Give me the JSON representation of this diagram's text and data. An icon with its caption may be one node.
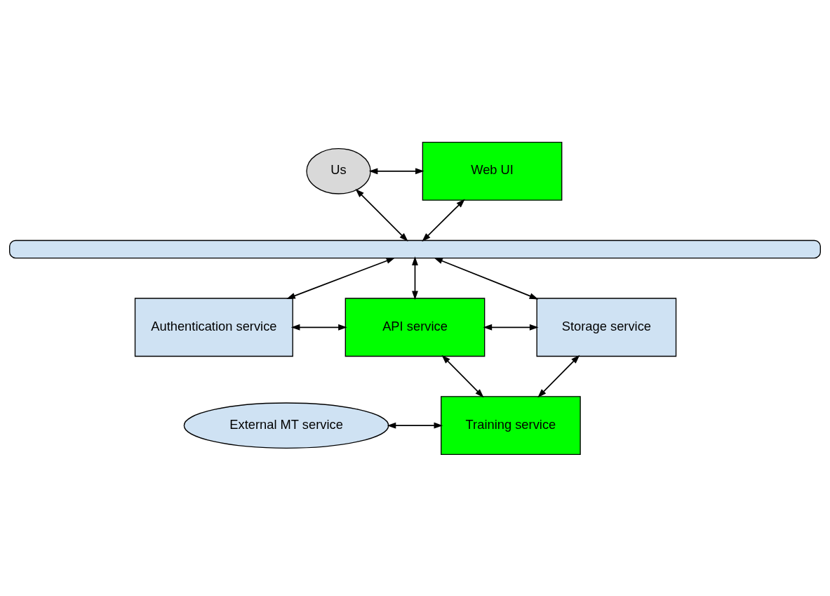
{
  "diagram": {
    "nodes": [
      {
        "text": [
          "Us"
        ]
      },
      {
        "text": [
          "Web UI"
        ]
      },
      {
        "text": [],
        "shape": "bar"
      },
      {
        "text": [
          "Authentication service"
        ]
      },
      {
        "text": [
          "API service"
        ]
      },
      {
        "text": [
          "Storage service"
        ]
      },
      {
        "text": [
          "External MT service"
        ]
      },
      {
        "text": [
          "Training service"
        ]
      }
    ],
    "edges": [
      {
        "from": 0,
        "to": 1,
        "arrow": "both"
      },
      {
        "from": 0,
        "to": 2,
        "arrow": "both"
      },
      {
        "from": 1,
        "to": 2,
        "arrow": "both"
      },
      {
        "from": 2,
        "to": 3,
        "arrow": "both"
      },
      {
        "from": 2,
        "to": 4,
        "arrow": "both"
      },
      {
        "from": 2,
        "to": 5,
        "arrow": "both"
      },
      {
        "from": 3,
        "to": 4,
        "arrow": "both"
      },
      {
        "from": 4,
        "to": 5,
        "arrow": "both"
      },
      {
        "from": 4,
        "to": 7,
        "arrow": "both"
      },
      {
        "from": 7,
        "to": 5,
        "arrow": "both"
      },
      {
        "from": 6,
        "to": 7,
        "arrow": "both"
      }
    ]
  }
}
